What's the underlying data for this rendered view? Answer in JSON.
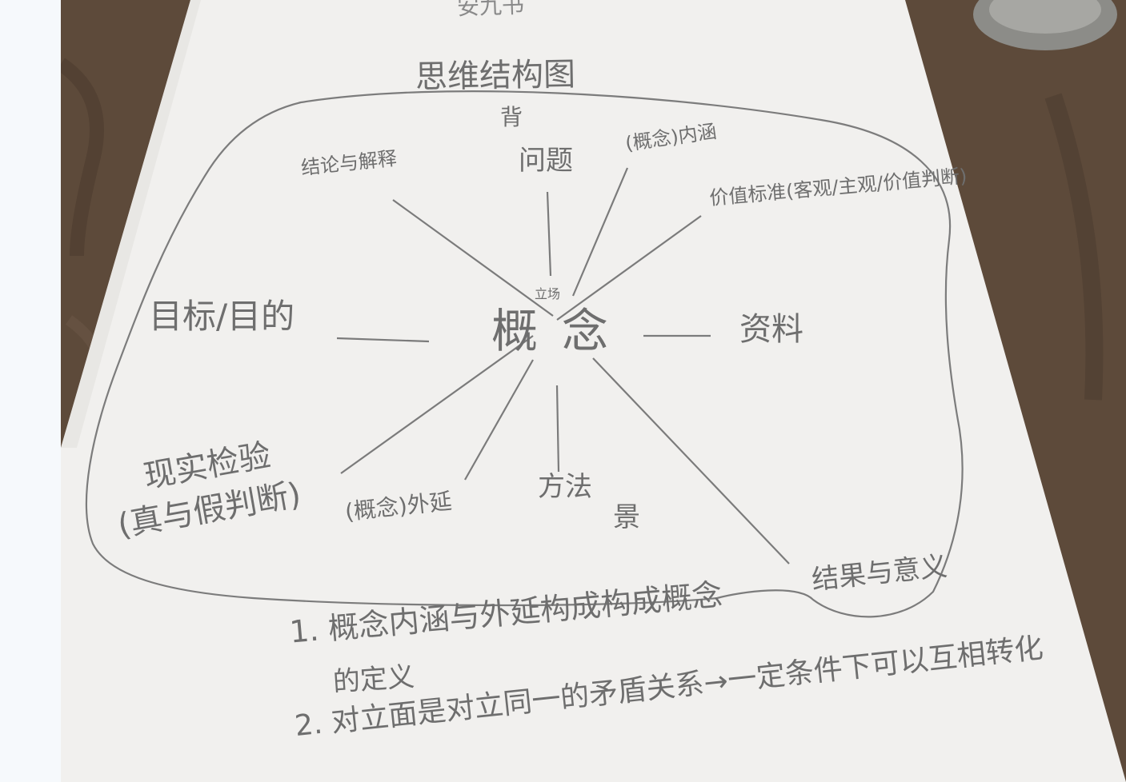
{
  "photo": {
    "subject": "handwritten mind map on paper",
    "background_color": "#5d4a3a",
    "paper_color": "#f1f0ee",
    "ink_color": "#6e6e6e"
  },
  "page": {
    "header": "安九书",
    "title": "思维结构图",
    "center": "概念",
    "center_small": "立场",
    "top_tag": "背",
    "bottom_tag": "景",
    "branches": {
      "conclusion": "结论与解释",
      "question": "问题",
      "intension": "(概念)内涵",
      "value": "价值标准(客观/主观/价值判断)",
      "goal": "目标/目的",
      "material": "资料",
      "reality_line1": "现实检验",
      "reality_line2": "(真与假判断)",
      "extension": "(概念)外延",
      "method": "方法",
      "result": "结果与意义"
    },
    "notes": {
      "note1_line1": "1. 概念内涵与外延构成构成概念",
      "note1_line2": "的定义",
      "note2": "2. 对立面是对立同一的矛盾关系→一定条件下可以互相转化"
    }
  }
}
